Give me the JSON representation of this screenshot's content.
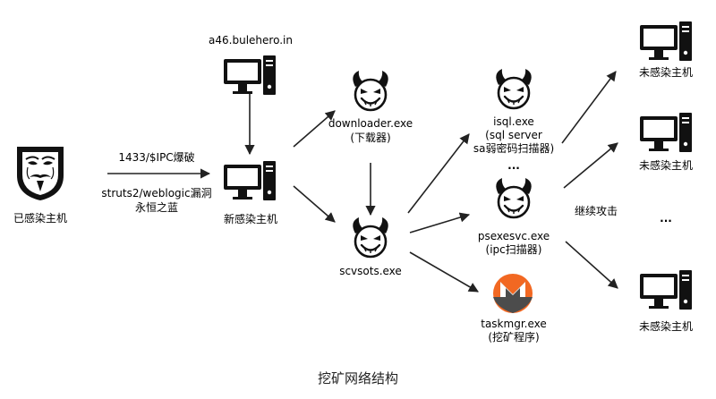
{
  "caption": "挖矿网络结构",
  "nodes": {
    "infected_host": "已感染主机",
    "a46_server": "a46.bulehero.in",
    "new_host": "新感染主机",
    "downloader_line1": "downloader.exe",
    "downloader_line2": "(下载器)",
    "scvsots": "scvsots.exe",
    "isql_line1": "isql.exe",
    "isql_line2": "(sql server",
    "isql_line3": "sa弱密码扫描器)",
    "psexesvc_line1": "psexesvc.exe",
    "psexesvc_line2": "(ipc扫描器)",
    "taskmgr_line1": "taskmgr.exe",
    "taskmgr_line2": "(挖矿程序)",
    "target1": "未感染主机",
    "target2": "未感染主机",
    "target3": "未感染主机",
    "ellipsis_mid": "...",
    "ellipsis_right": "..."
  },
  "edges": {
    "exploit_1": "1433/$IPC爆破",
    "exploit_2": "struts2/weblogic漏洞",
    "exploit_3": "永恒之蓝",
    "spread": "继续攻击"
  },
  "icons": {
    "infected_host": "anonymous-mask-icon",
    "hosts": "computer-tower-icon",
    "processes": "devil-face-icon",
    "miner": "monero-logo-icon"
  }
}
